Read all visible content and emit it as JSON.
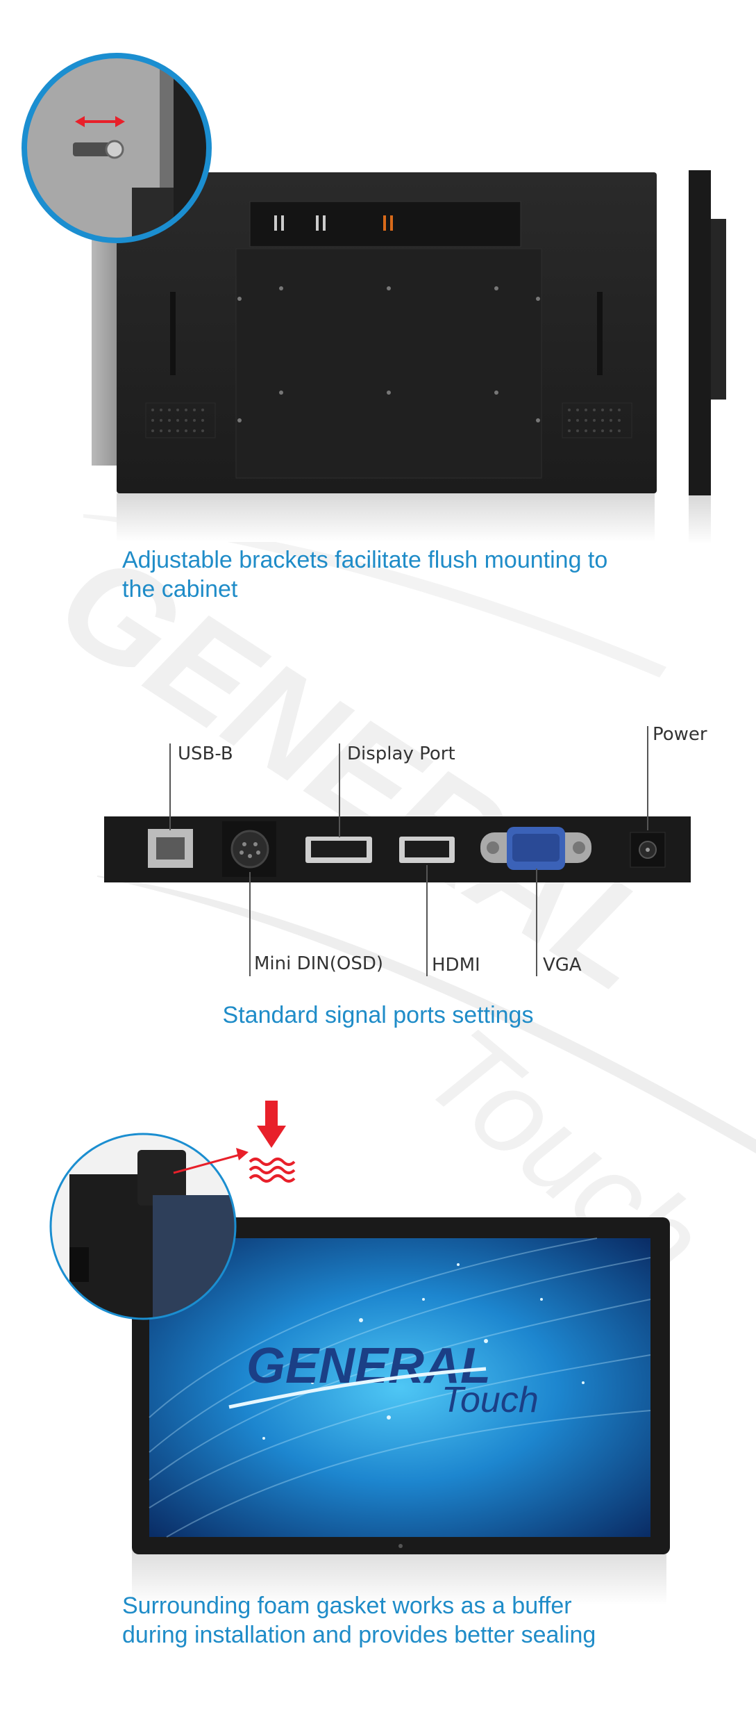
{
  "watermark": {
    "line1": "GENERAL",
    "line2": "Touch"
  },
  "section1": {
    "caption_line1": "Adjustable brackets facilitate flush mounting to",
    "caption_line2": "the cabinet"
  },
  "section2": {
    "caption": "Standard signal ports settings",
    "ports": {
      "usb_b": "USB-B",
      "display_port": "Display Port",
      "power": "Power",
      "mini_din": "Mini DIN(OSD)",
      "hdmi": "HDMI",
      "vga": "VGA"
    }
  },
  "section3": {
    "logo_general": "GENERAL",
    "logo_touch": "Touch",
    "caption_line1": "Surrounding foam gasket works as a buffer",
    "caption_line2": "during installation and provides better sealing"
  },
  "colors": {
    "caption_blue": "#1f8cc8",
    "circle_blue": "#1b8ed0",
    "arrow_red": "#e8202a",
    "monitor_black": "#1a1a1a"
  }
}
